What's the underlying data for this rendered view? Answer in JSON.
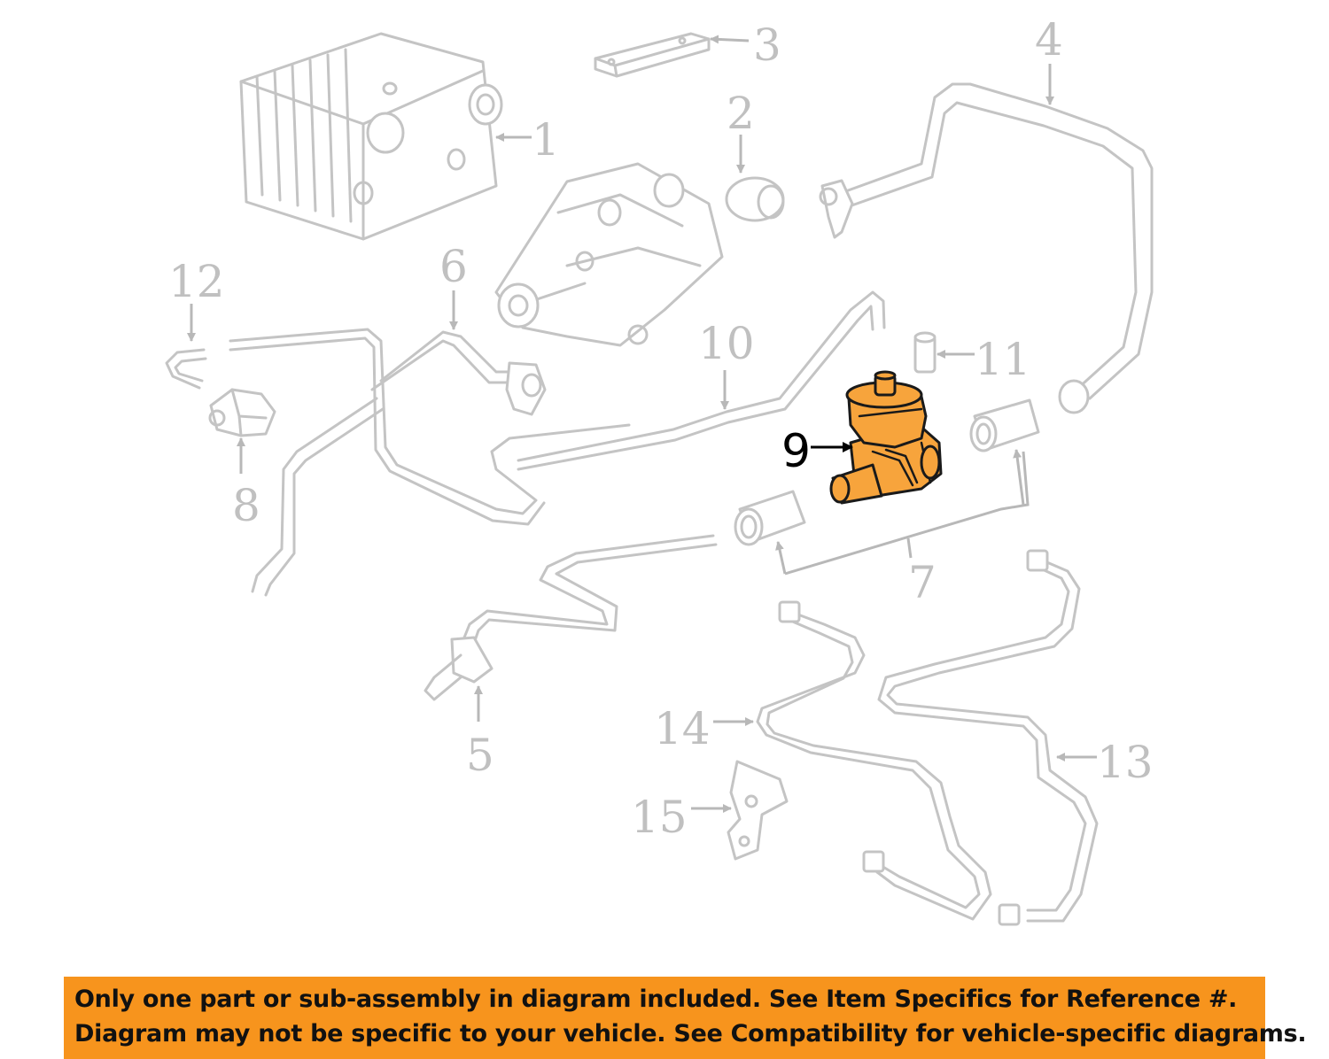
{
  "diagram": {
    "highlighted_part": "9",
    "callouts": [
      "1",
      "2",
      "3",
      "4",
      "5",
      "6",
      "7",
      "8",
      "9",
      "10",
      "11",
      "12",
      "13",
      "14",
      "15"
    ]
  },
  "banner": {
    "line1": "Only one part or sub-assembly in diagram included. See Item Specifics for Reference #.",
    "line2": "Diagram may not be specific to your vehicle. See Compatibility for vehicle-specific diagrams.",
    "background_color": "#f7941d"
  },
  "colors": {
    "highlight": "#f7a43c",
    "line_art": "#c4c4c4"
  }
}
